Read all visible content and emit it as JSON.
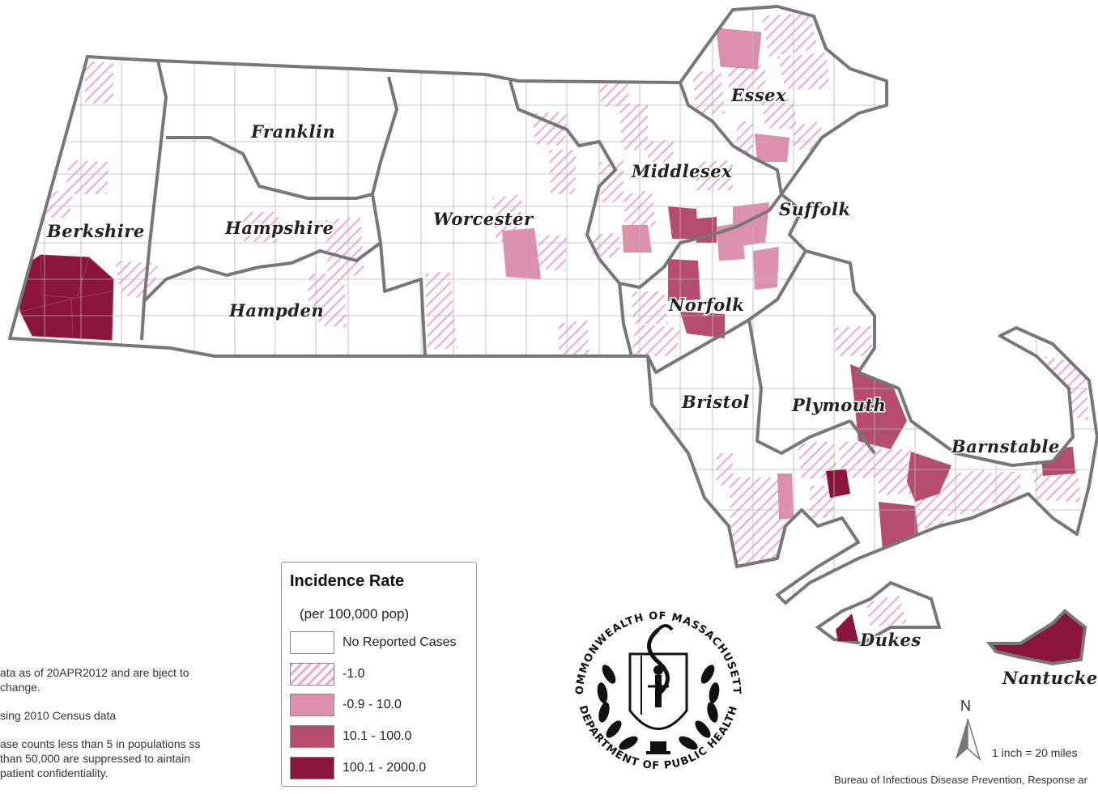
{
  "legend": {
    "title": "Incidence Rate",
    "subtitle": "(per 100,000 pop)",
    "items": [
      {
        "label": "No Reported Cases",
        "color": "#ffffff",
        "pattern": false
      },
      {
        "label": "-1.0",
        "color": "#f4b6dc",
        "pattern": true
      },
      {
        "label": "-0.9 - 10.0",
        "color": "#dc8fae",
        "pattern": false
      },
      {
        "label": "10.1 - 100.0",
        "color": "#b74d6d",
        "pattern": false
      },
      {
        "label": "100.1 - 2000.0",
        "color": "#8b1538",
        "pattern": false
      }
    ]
  },
  "counties": [
    {
      "name": "Berkshire"
    },
    {
      "name": "Franklin"
    },
    {
      "name": "Hampshire"
    },
    {
      "name": "Hampden"
    },
    {
      "name": "Worcester"
    },
    {
      "name": "Middlesex"
    },
    {
      "name": "Essex"
    },
    {
      "name": "Suffolk"
    },
    {
      "name": "Norfolk"
    },
    {
      "name": "Bristol"
    },
    {
      "name": "Plymouth"
    },
    {
      "name": "Barnstable"
    },
    {
      "name": "Dukes"
    },
    {
      "name": "Nantucket"
    }
  ],
  "notes": {
    "line1": "ata as of 20APR2012 and are bject to change.",
    "line2": "sing 2010 Census data",
    "line3": "ase counts less than 5 in populations ss than 50,000 are suppressed to aintain patient confidentiality."
  },
  "north_label": "N",
  "scale_text": "1 inch = 20 miles",
  "bureau_text": "Bureau of Infectious Disease Prevention, Response ar",
  "seal": {
    "top_text": "COMMONWEALTH OF MASSACHUSETTS",
    "bottom_text": "DEPARTMENT OF PUBLIC HEALTH"
  },
  "colors": {
    "border": "#777777",
    "town_line": "#b5b5b5"
  }
}
